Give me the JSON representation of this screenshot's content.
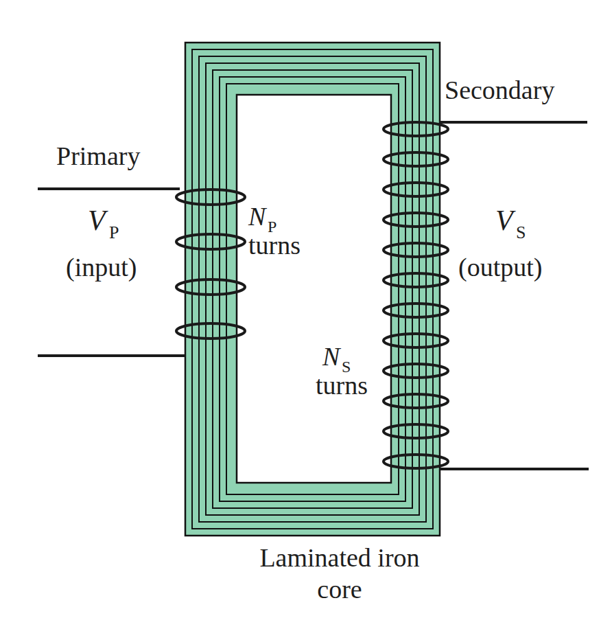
{
  "diagram": {
    "labels": [
      "Secondary",
      "Primary",
      "V",
      "P",
      "(input)",
      "N",
      "P",
      "turns",
      "V",
      "S",
      "(output)",
      "N",
      "S",
      "turns",
      "Laminated iron core"
    ]
  }
}
